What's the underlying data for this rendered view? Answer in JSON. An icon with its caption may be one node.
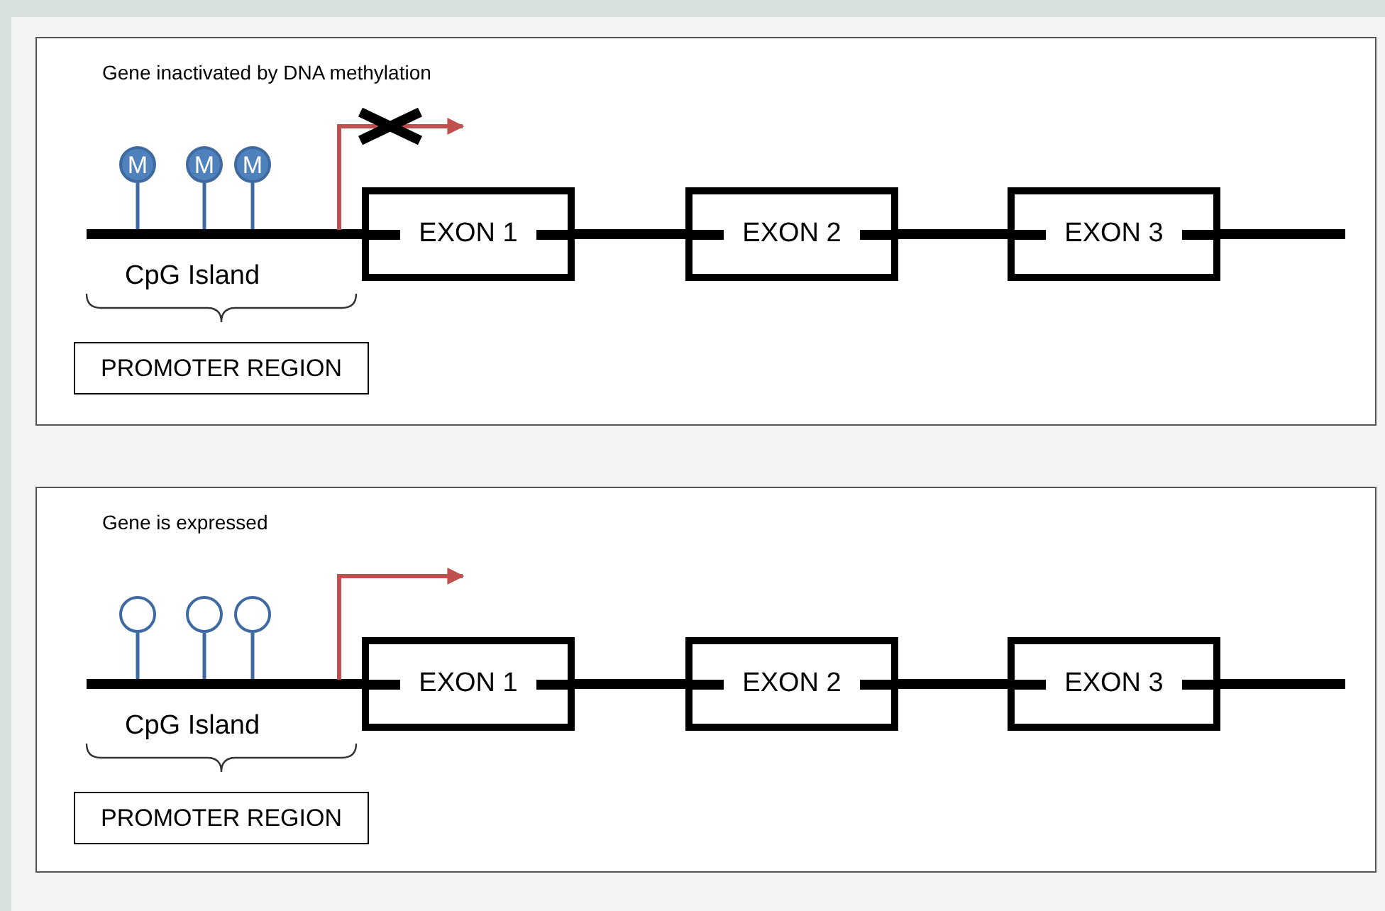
{
  "diagram": {
    "nodes": [
      {
        "text": [
          "Gene inactivated by DNA methylation"
        ]
      },
      {
        "text": [
          "M"
        ],
        "in": 0
      },
      {
        "text": [
          "M"
        ],
        "in": 0
      },
      {
        "text": [
          "M"
        ],
        "in": 0
      },
      {
        "text": [
          "EXON 1"
        ],
        "in": 0
      },
      {
        "text": [
          "EXON 2"
        ],
        "in": 0
      },
      {
        "text": [
          "EXON 3"
        ],
        "in": 0
      },
      {
        "text": [
          "PROMOTER REGION"
        ],
        "in": 0
      },
      {
        "text": [
          "Gene is expressed"
        ]
      },
      {
        "text": [],
        "shape": "circle",
        "in": 8
      },
      {
        "text": [],
        "shape": "circle",
        "in": 8
      },
      {
        "text": [],
        "shape": "circle",
        "in": 8
      },
      {
        "text": [
          "EXON 1"
        ],
        "in": 8
      },
      {
        "text": [
          "EXON 2"
        ],
        "in": 8
      },
      {
        "text": [
          "EXON 3"
        ],
        "in": 8
      },
      {
        "text": [
          "PROMOTER REGION"
        ],
        "in": 8
      }
    ],
    "edges": [
      {
        "from": null,
        "to": 4,
        "arrow": "none"
      },
      {
        "from": 4,
        "to": 5,
        "arrow": "none"
      },
      {
        "from": 5,
        "to": 6,
        "arrow": "none"
      },
      {
        "from": 6,
        "to": null,
        "arrow": "none"
      },
      {
        "from": null,
        "to": 12,
        "arrow": "none"
      },
      {
        "from": 12,
        "to": 13,
        "arrow": "none"
      },
      {
        "from": 13,
        "to": 14,
        "arrow": "none"
      },
      {
        "from": 14,
        "to": null,
        "arrow": "none"
      },
      {
        "from": 1,
        "to": null,
        "arrow": "none",
        "color": "#3f6aa1"
      },
      {
        "from": 2,
        "to": null,
        "arrow": "none",
        "color": "#3f6aa1"
      },
      {
        "from": 3,
        "to": null,
        "arrow": "none",
        "color": "#3f6aa1"
      },
      {
        "from": 9,
        "to": null,
        "arrow": "none",
        "color": "#3f6aa1"
      },
      {
        "from": 10,
        "to": null,
        "arrow": "none",
        "color": "#3f6aa1"
      },
      {
        "from": 11,
        "to": null,
        "arrow": "none",
        "color": "#3f6aa1"
      }
    ],
    "labels": [
      "CpG Island",
      "CpG Island"
    ]
  }
}
